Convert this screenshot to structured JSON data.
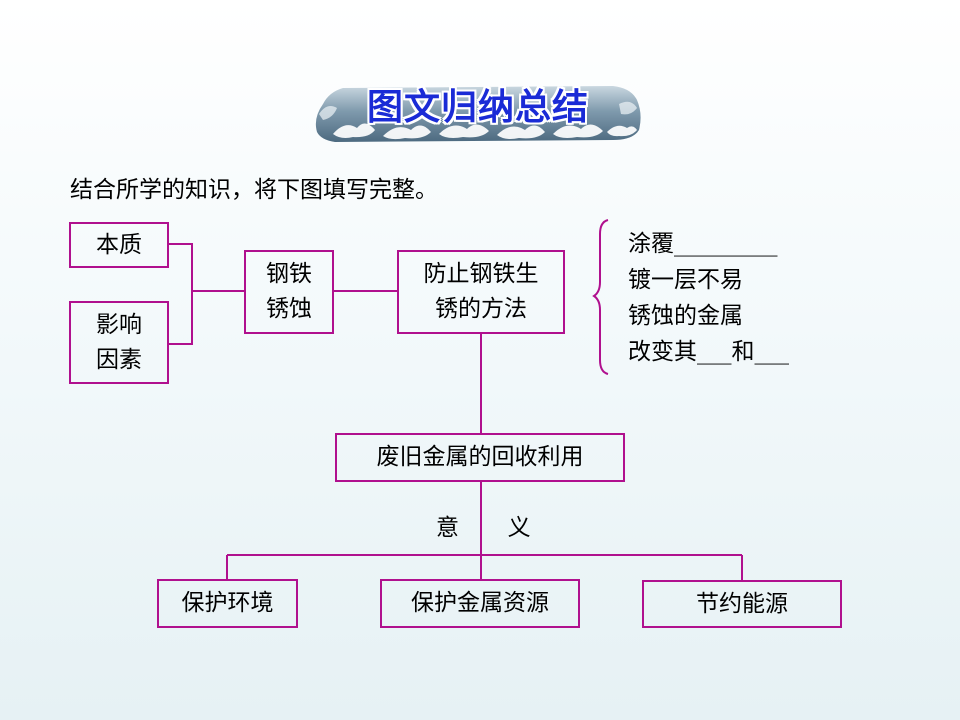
{
  "title": "图文归纳总结",
  "instruction": "结合所学的知识，将下图填写完整。",
  "nodes": {
    "essence": "本质",
    "factors": "影响\n因素",
    "corrosion": "钢铁\n锈蚀",
    "prevention": "防止钢铁生\n锈的方法",
    "recycling": "废旧金属的回收利用",
    "protect_env": "保护环境",
    "protect_resources": "保护金属资源",
    "save_energy": "节约能源"
  },
  "methods": [
    "涂覆_________",
    "镀一层不易",
    "锈蚀的金属",
    "改变其___和___"
  ],
  "meaning": {
    "part1": "意",
    "part2": "义"
  },
  "colors": {
    "box_border": "#b0108e",
    "title": "#1a2bd6",
    "banner": "#5e7f95"
  }
}
